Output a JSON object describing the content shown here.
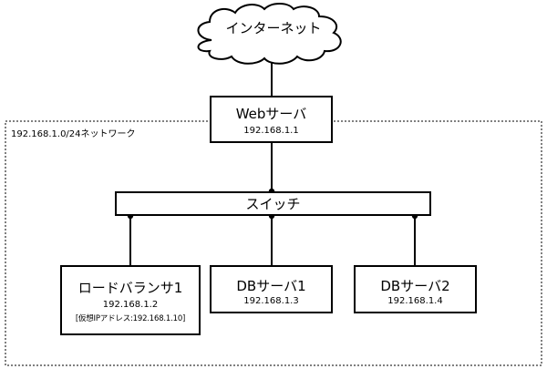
{
  "internet": {
    "label": "インターネット"
  },
  "network": {
    "label": "192.168.1.0/24ネットワーク"
  },
  "web_server": {
    "title": "Webサーバ",
    "ip": "192.168.1.1"
  },
  "switch": {
    "label": "スイッチ"
  },
  "load_balancer": {
    "title": "ロードバランサ1",
    "ip": "192.168.1.2",
    "note": "[仮想IPアドレス:192.168.1.10]"
  },
  "db_server_1": {
    "title": "DBサーバ1",
    "ip": "192.168.1.3"
  },
  "db_server_2": {
    "title": "DBサーバ2",
    "ip": "192.168.1.4"
  }
}
